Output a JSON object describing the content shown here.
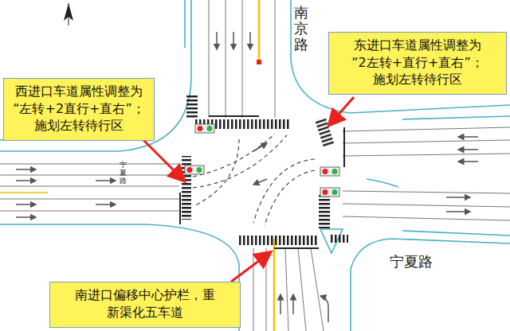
{
  "diagram": {
    "nodes": [
      {
        "text": [
          "西进口车道属性调整为 “左转+2直行+直右”； 施划左转待行区"
        ]
      },
      {
        "text": [
          "东进口车道属性调整为 “2左转+直行+直右”； 施划左转待行区"
        ]
      },
      {
        "text": [
          "南进口偏移中心护栏，重 新渠化五车道"
        ]
      }
    ],
    "labels": [
      "南京路",
      "宁夏路",
      "宁夏路"
    ]
  }
}
